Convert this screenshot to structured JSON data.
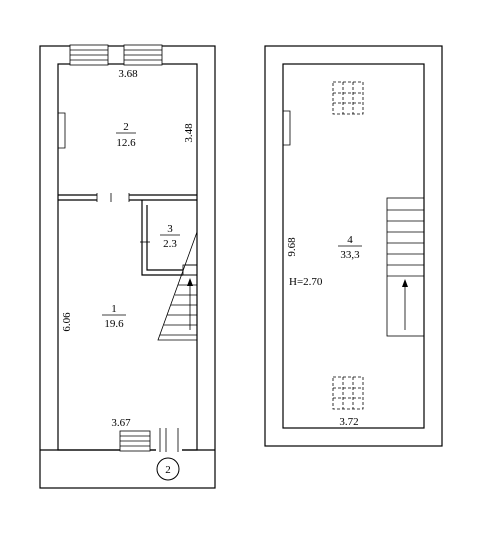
{
  "left_plan": {
    "rooms": [
      {
        "number": "2",
        "area": "12.6"
      },
      {
        "number": "3",
        "area": "2.3"
      },
      {
        "number": "1",
        "area": "19.6"
      }
    ],
    "dimensions": {
      "top_width": "3.68",
      "room2_height": "3.48",
      "room1_height": "6.06",
      "bottom_width": "3.67"
    },
    "entrance_marker": "2"
  },
  "right_plan": {
    "room": {
      "number": "4",
      "area": "33,3"
    },
    "dimensions": {
      "height": "9.68",
      "bottom_width": "3.72"
    },
    "ceiling_height": "H=2.70"
  }
}
